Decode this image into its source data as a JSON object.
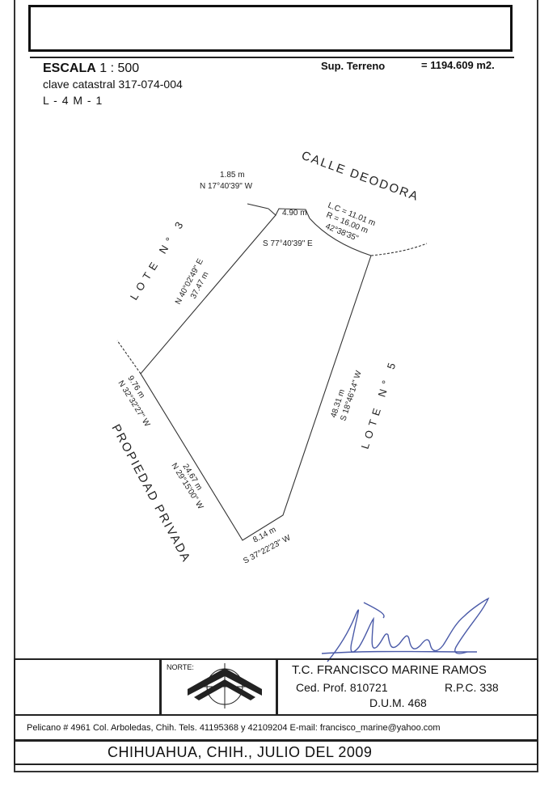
{
  "header": {
    "escala_label": "ESCALA",
    "escala_value": "1 : 500",
    "clave": "clave catastral 317-074-004",
    "lote_manzana": "L - 4  M - 1",
    "sup_label": "Sup. Terreno",
    "sup_value": "= 1194.609 m2."
  },
  "plan": {
    "street": "CALLE DEODORA",
    "lote3": "LOTE N° 3",
    "lote5": "LOTE N° 5",
    "propiedad": "PROPIEDAD PRIVADA",
    "seg_top_short_len": "1.85 m",
    "seg_top_short_bearing": "N 17°40'39\" W",
    "seg_top_len": "4.90 m",
    "seg_top_bearing": "S 77°40'39\" E",
    "curve_lc": "L.C = 11.01 m",
    "curve_r": "R = 16.00 m",
    "curve_angle": "42°38'35\"",
    "seg_left_upper_bearing": "N 40°02'49\" E",
    "seg_left_upper_len": "37.47 m",
    "seg_left_mid_len": "9.76 m",
    "seg_left_mid_bearing": "N 32°32'27\" W",
    "seg_left_low_len": "24.67 m",
    "seg_left_low_bearing": "N 29°15'00\" W",
    "seg_bottom_len": "8.14 m",
    "seg_bottom_bearing": "S 37°22'23\" W",
    "seg_right_len": "48.31 m",
    "seg_right_bearing": "S 18°46'14\" W"
  },
  "footer": {
    "norte_label": "NORTE:",
    "name": "T.C. FRANCISCO MARINE RAMOS",
    "ced": "Ced. Prof. 810721",
    "rpc": "R.P.C. 338",
    "dum": "D.U.M. 468",
    "address": "Pelicano # 4961 Col. Arboledas, Chih.  Tels. 41195368 y 42109204 E-mail: francisco_marine@yahoo.com",
    "city_date": "CHIHUAHUA, CHIH., JULIO DEL 2009"
  },
  "colors": {
    "ink": "#222222",
    "signature": "#4a5aa8"
  }
}
